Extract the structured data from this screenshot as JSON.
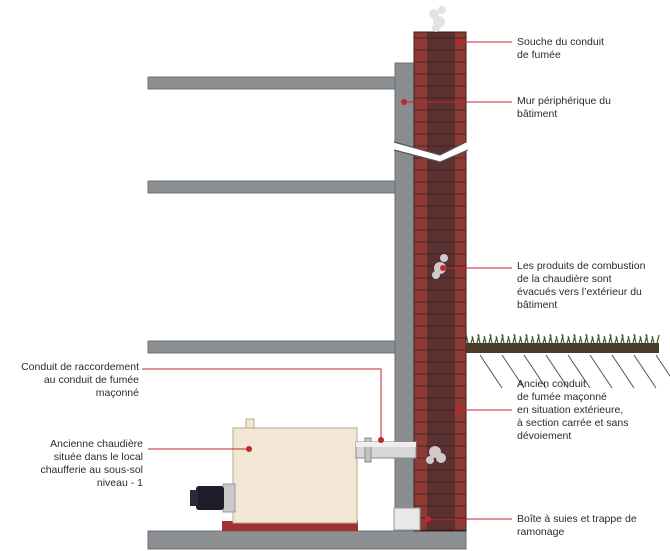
{
  "labels": {
    "souche": "Souche du conduit\nde fumée",
    "mur": "Mur périphérique du\nbâtiment",
    "produits": "Les produits de combustion\nde la chaudière sont\névacués vers l’extérieur du\nbâtiment",
    "ancien_conduit": "Ancien conduit\nde fumée maçonné\nen situation extérieure,\nà section carrée et sans\ndévoiement",
    "boite": "Boîte à suies et trappe de\nramonage",
    "raccordement": "Conduit de raccordement\nau conduit de fumée\nmaçonné",
    "chaudiere": "Ancienne chaudière\nsituée dans le local\nchaufferie au sous-sol\nniveau - 1"
  },
  "colors": {
    "accent": "#c0262d",
    "brick_dark": "#5a2f2f",
    "brick_light": "#8d3a34",
    "concrete": "#888b8e",
    "ground": "#4a3a2a",
    "grass": "#3d5a2e"
  }
}
